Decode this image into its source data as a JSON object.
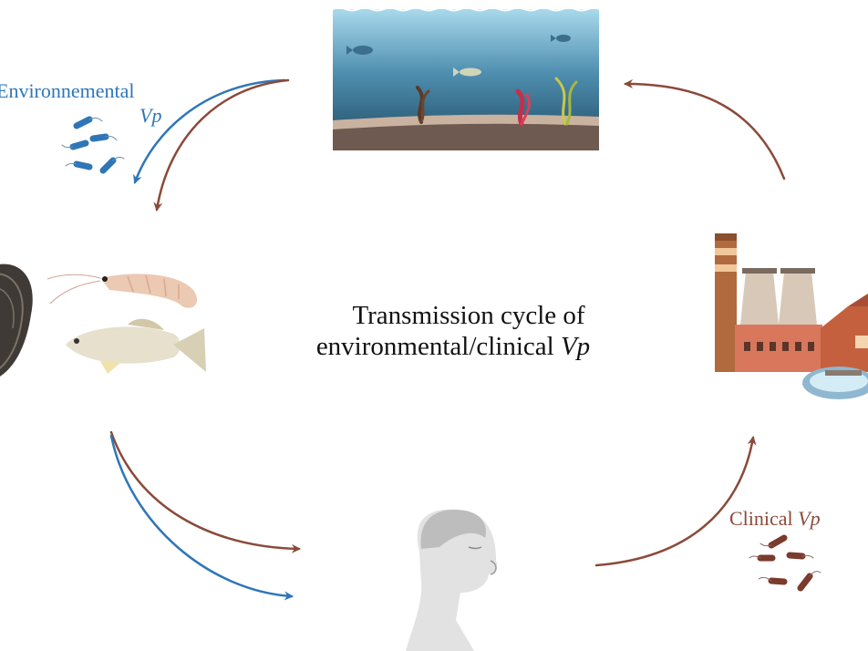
{
  "center_title": {
    "line1": "Transmission cycle of",
    "line2_prefix": "environmental/clinical ",
    "line2_italic": "Vp"
  },
  "env_label": {
    "word": "Environnemental",
    "abbr": "Vp"
  },
  "clinical_label": {
    "word": "Clinical ",
    "abbr": "Vp"
  },
  "colors": {
    "environmental_blue": "#2f76b7",
    "clinical_brown": "#8b4a3a",
    "sea_top": "#a9d9ec",
    "sea_bottom": "#1f4a63"
  },
  "icons": [
    "ocean-scene",
    "mussel-icon",
    "shrimp-icon",
    "fish-icon",
    "human-head-icon",
    "factory-icon",
    "bacteria-env-icon",
    "bacteria-clinical-icon"
  ]
}
